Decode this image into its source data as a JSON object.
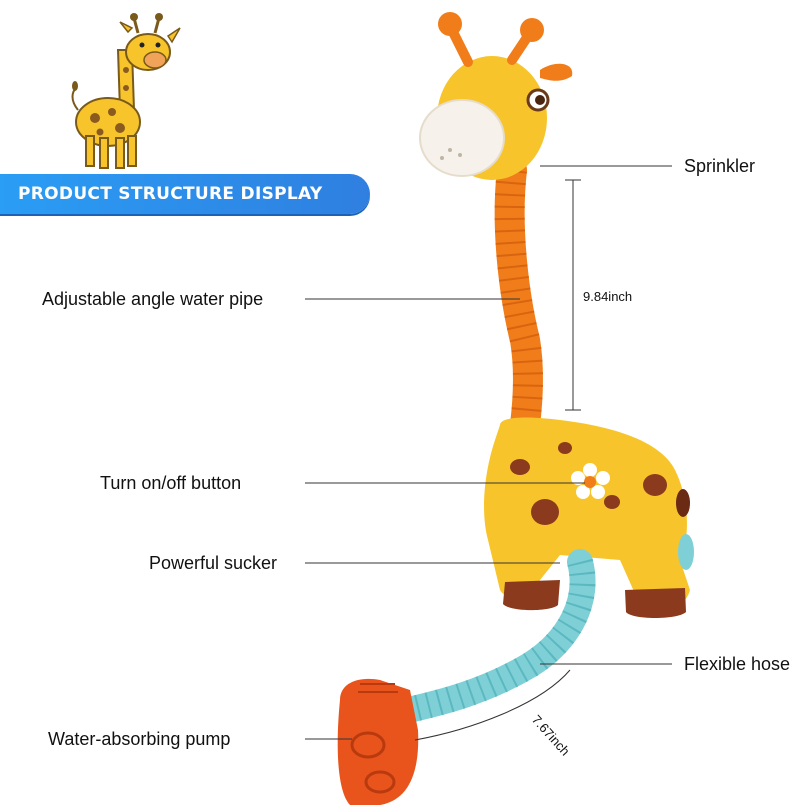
{
  "banner": {
    "title": "PRODUCT STRUCTURE DISPLAY"
  },
  "labels": {
    "sprinkler": "Sprinkler",
    "pipe": "Adjustable angle water pipe",
    "button": "Turn on/off button",
    "sucker": "Powerful sucker",
    "hose": "Flexible hose",
    "pump": "Water-absorbing pump"
  },
  "dimensions": {
    "pipe_length": "9.84inch",
    "hose_length": "7.67inch"
  },
  "colors": {
    "banner": "#2a9df4",
    "giraffe_body": "#f7c52b",
    "spots": "#8b3a1e",
    "pipe": "#f07d1a",
    "hose": "#7fd0d6",
    "pump": "#e8541c"
  }
}
